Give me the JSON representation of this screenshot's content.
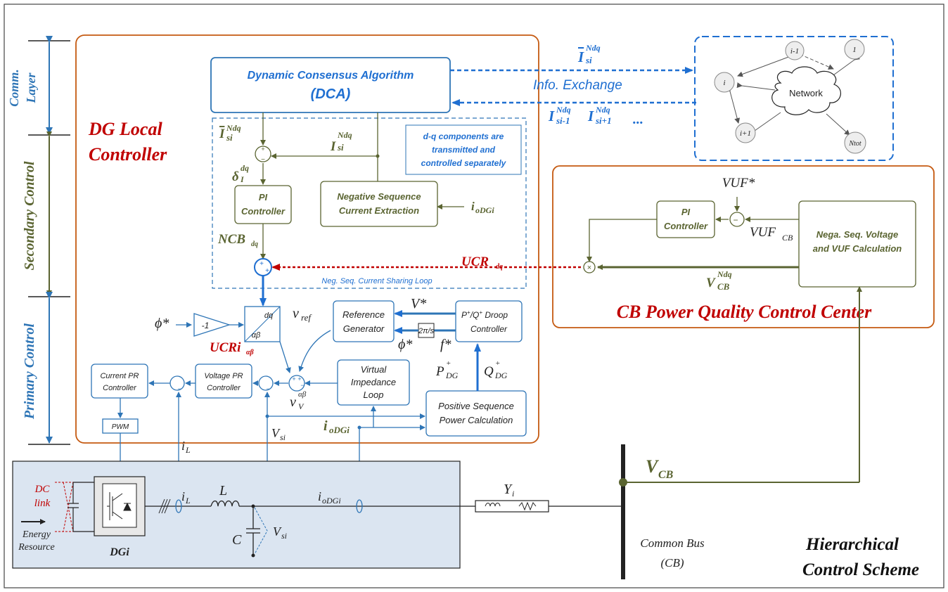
{
  "layers": {
    "comm": [
      "Comm.",
      "Layer"
    ],
    "secondary": "Secondary Control",
    "primary": "Primary Control"
  },
  "dg_local": [
    "DG Local",
    "Controller"
  ],
  "dca": {
    "line1": "Dynamic Consensus Algorithm",
    "line2": "(DCA)"
  },
  "comm_labels": {
    "i_si_bar": "I",
    "i_si_bar_sup": "Ndq",
    "i_si_bar_sub": "si",
    "info_exchange": "Info. Exchange",
    "neighbors_1": "I",
    "neighbors_1_sup": "Ndq",
    "neighbors_1_sub": "si-1",
    "neighbors_2": "I",
    "neighbors_2_sup": "Ndq",
    "neighbors_2_sub": "si+1",
    "ellipsis": "..."
  },
  "network": {
    "center": "Network",
    "nodes": {
      "i_minus_1": "i-1",
      "one": "1",
      "i": "i",
      "i_plus_1": "i+1",
      "ntot": "Ntot"
    }
  },
  "secondary_blocks": {
    "note": [
      "d-q components are",
      "transmitted and",
      "controlled separately"
    ],
    "pi": [
      "PI",
      "Controller"
    ],
    "neg_seq": [
      "Negative Sequence",
      "Current Extraction"
    ],
    "loop_label": "Neg. Seq. Current Sharing Loop",
    "i_bar": "I",
    "i_bar_sup": "Ndq",
    "i_bar_sub": "si",
    "i_ndq": "I",
    "i_ndq_sup": "Ndq",
    "i_ndq_sub": "si",
    "delta": "δ",
    "delta_sup": "dq",
    "delta_sub": "I",
    "i_odgi": "i",
    "i_odgi_sub": "oDGi",
    "ncb": "NCB",
    "ncb_sub": "dq",
    "ucr": "UCR",
    "ucr_sub": "dq"
  },
  "cb_center": {
    "title": "CB Power Quality Control Center",
    "pi": [
      "PI",
      "Controller"
    ],
    "vuf_block": [
      "Nega. Seq. Voltage",
      "and VUF Calculation"
    ],
    "vuf_star": "VUF*",
    "vuf_cb": "VUF",
    "vuf_cb_sub": "CB",
    "v_cb_ndq": "V",
    "v_cb_ndq_sup": "Ndq",
    "v_cb_ndq_sub": "CB"
  },
  "primary_blocks": {
    "phi_star": "ϕ*",
    "gain": "-1",
    "dq": "dq",
    "ab": "αβ",
    "ucri": "UCRi",
    "ucri_sub": "αβ",
    "ref_gen": [
      "Reference",
      "Generator"
    ],
    "v_ref": "v",
    "v_ref_sub": "ref",
    "v_star": "V*",
    "phi_star2": "ϕ*",
    "f_star": "f*",
    "two_pi_s": "2π/s",
    "droop": [
      "P",
      "/Q",
      "Droop",
      "Controller"
    ],
    "p_dg": "P",
    "p_dg_sup": "+",
    "p_dg_sub": "DG",
    "q_dg": "Q",
    "q_dg_sup": "+",
    "q_dg_sub": "DG",
    "current_pr": [
      "Current PR",
      "Controller"
    ],
    "voltage_pr": [
      "Voltage PR",
      "Controller"
    ],
    "virtual": [
      "Virtual",
      "Impedance",
      "Loop"
    ],
    "pos_seq": [
      "Positive Sequence",
      "Power Calculation"
    ],
    "pwm": "PWM",
    "v_v": "v",
    "v_v_sup": "αβ",
    "v_v_sub": "V",
    "i_l": "i",
    "i_l_sub": "L",
    "v_si": "V",
    "v_si_sub": "si",
    "i_odgi": "i",
    "i_odgi_sub": "oDGi"
  },
  "power_stage": {
    "dc_link": [
      "DC",
      "link"
    ],
    "energy": [
      "Energy",
      "Resource"
    ],
    "dgi": "DGi",
    "i_l": "i",
    "i_l_sub": "L",
    "l": "L",
    "c": "C",
    "v_si": "V",
    "v_si_sub": "si",
    "i_odgi": "i",
    "i_odgi_sub": "oDGi",
    "y_i": "Y",
    "y_i_sub": "i"
  },
  "bus": {
    "v_cb": "V",
    "v_cb_sub": "CB",
    "label": [
      "Common Bus",
      "(CB)"
    ]
  },
  "scheme_title": [
    "Hierarchical",
    "Control Scheme"
  ],
  "colors": {
    "brown": "#c55a11",
    "olive": "#5a6431",
    "blue": "#2e75b6",
    "darkred": "#c00000",
    "dca_blue": "#1f6fd1",
    "ps_bg": "#dbe5f1"
  }
}
